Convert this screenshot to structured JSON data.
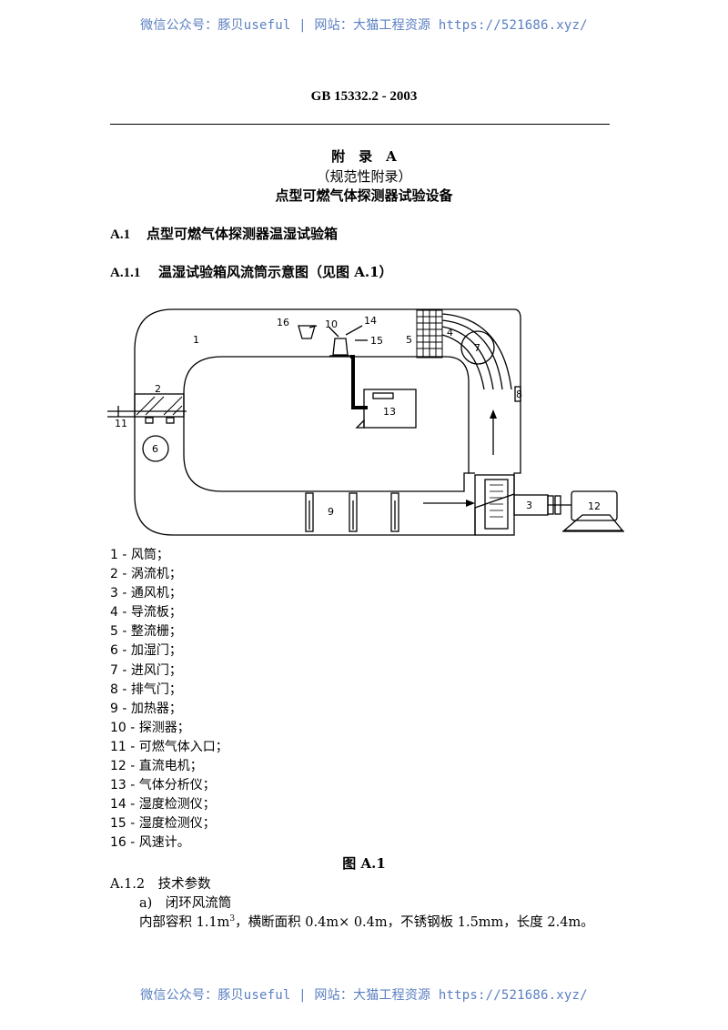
{
  "watermark": "微信公众号：豚贝useful | 网站：大猫工程资源 https://521686.xyz/",
  "header": {
    "standard": "GB 15332.2 - 2003"
  },
  "appendix": {
    "label": "附　录　A",
    "type": "（规范性附录）",
    "title": "点型可燃气体探测器试验设备"
  },
  "sections": {
    "a1": {
      "num": "A.1",
      "title": "点型可燃气体探测器温湿试验箱"
    },
    "a11": {
      "num": "A.1.1",
      "title": "温湿试验箱风流筒示意图（见图 A.1）"
    }
  },
  "figure": {
    "labels": [
      "1",
      "2",
      "3",
      "4",
      "5",
      "6",
      "7",
      "8",
      "9",
      "10",
      "11",
      "12",
      "13",
      "14",
      "15",
      "16"
    ],
    "caption": "图 A.1"
  },
  "legend": [
    "1 - 风筒；",
    "2 - 涡流机；",
    "3 - 通风机；",
    "4 - 导流板；",
    "5 - 整流栅；",
    "6 - 加湿门；",
    "7 - 进风门；",
    "8 - 排气门；",
    "9 - 加热器；",
    "10 - 探测器；",
    "11 - 可燃气体入口；",
    "12 - 直流电机；",
    "13 - 气体分析仪；",
    "14 - 湿度检测仪；",
    "15 - 湿度检测仪；",
    "16 - 风速计。"
  ],
  "a12": {
    "heading": "A.1.2　技术参数",
    "item_a": "a)　闭环风流筒",
    "spec_prefix": "内部容积 1.1m",
    "spec_sup": "3",
    "spec_suffix": "，横断面积 0.4m× 0.4m，不锈钢板 1.5mm，长度 2.4m。"
  }
}
